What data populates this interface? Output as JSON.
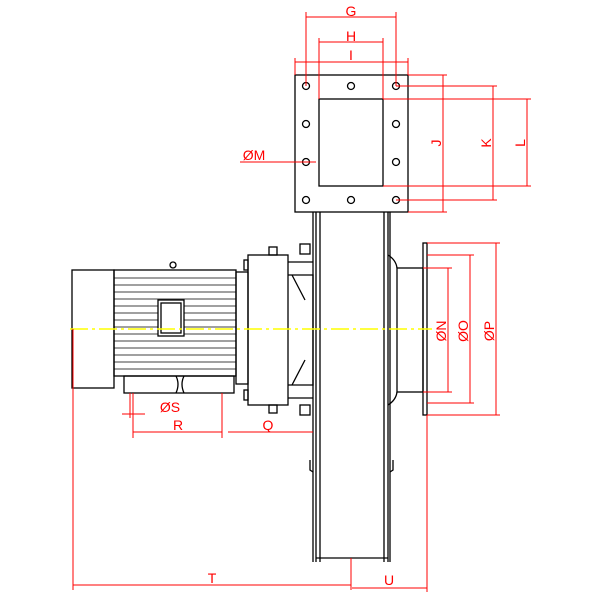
{
  "drawing": {
    "title": "Centrifugal fan with direct-coupled motor – dimension drawing",
    "colors": {
      "outline": "#000000",
      "dimension": "#ff0000",
      "centerline": "#ffff00"
    },
    "labels": {
      "G": "G",
      "H": "H",
      "I": "I",
      "J": "J",
      "K": "K",
      "L": "L",
      "M": "ØM",
      "N": "ØN",
      "O": "ØO",
      "P": "ØP",
      "S": "ØS",
      "R": "R",
      "Q": "Q",
      "T": "T",
      "U": "U"
    }
  }
}
